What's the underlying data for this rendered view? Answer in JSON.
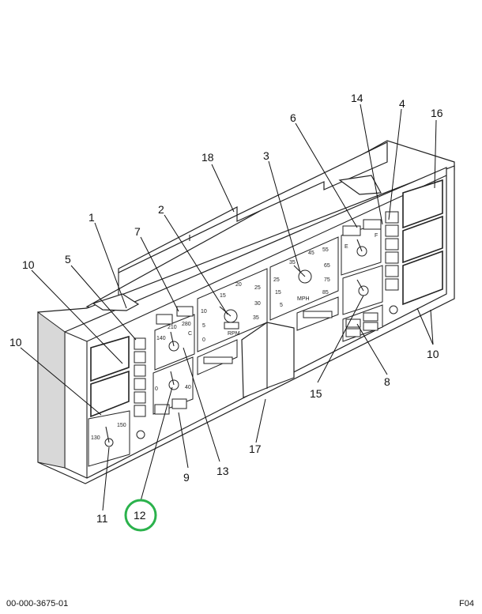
{
  "diagram": {
    "callouts": [
      {
        "id": "1",
        "label": "1"
      },
      {
        "id": "2",
        "label": "2"
      },
      {
        "id": "3",
        "label": "3"
      },
      {
        "id": "4",
        "label": "4"
      },
      {
        "id": "5",
        "label": "5"
      },
      {
        "id": "6",
        "label": "6"
      },
      {
        "id": "7",
        "label": "7"
      },
      {
        "id": "8",
        "label": "8"
      },
      {
        "id": "9",
        "label": "9"
      },
      {
        "id": "10a",
        "label": "10"
      },
      {
        "id": "10b",
        "label": "10"
      },
      {
        "id": "10c",
        "label": "10"
      },
      {
        "id": "11",
        "label": "11"
      },
      {
        "id": "12",
        "label": "12"
      },
      {
        "id": "13",
        "label": "13"
      },
      {
        "id": "14",
        "label": "14"
      },
      {
        "id": "15",
        "label": "15"
      },
      {
        "id": "16",
        "label": "16"
      },
      {
        "id": "17",
        "label": "17"
      },
      {
        "id": "18",
        "label": "18"
      }
    ],
    "highlighted_callout": "12",
    "highlight_color": "#2bb24c",
    "gauge_text": {
      "tach_ticks": [
        "5",
        "10",
        "15",
        "20",
        "25",
        "30",
        "35",
        "0"
      ],
      "tach_unit": "RPM",
      "speedo_ticks": [
        "35",
        "45",
        "55",
        "25",
        "65",
        "15",
        "75",
        "5",
        "85"
      ],
      "speedo_unit": "MPH",
      "temp_ticks": [
        "140",
        "210",
        "280"
      ],
      "temp_unit": "C",
      "oil_ticks": [
        "0",
        "40"
      ],
      "fuel_ticks": [
        "E",
        "F"
      ],
      "air_ticks": [
        "130",
        "150"
      ]
    }
  },
  "footer": {
    "left": "00-000-3675-01",
    "right": "F04"
  }
}
